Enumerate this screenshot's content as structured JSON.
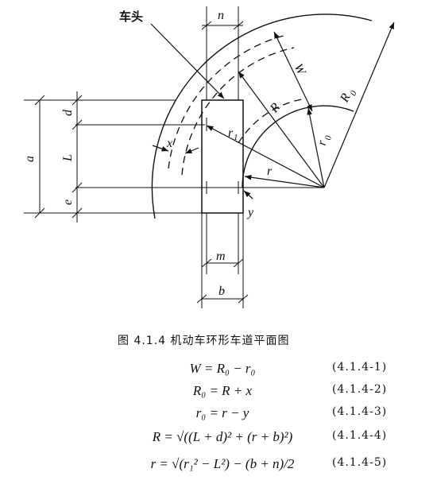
{
  "figure": {
    "labels": {
      "car_head": "车头",
      "n": "n",
      "W": "W",
      "R0": "R",
      "R0_sub": "0",
      "R": "R",
      "r0": "r",
      "r0_sub": "0",
      "r1": "r",
      "r1_sub": "1",
      "r": "r",
      "x": "x",
      "y": "y",
      "a": "a",
      "d": "d",
      "L": "L",
      "e": "e",
      "m": "m",
      "b": "b"
    }
  },
  "caption": "图 4.1.4   机动车环形车道平面图",
  "equations": [
    {
      "text": "W = R₀ − r₀",
      "number": "(4.1.4-1)"
    },
    {
      "text": "R₀ = R + x",
      "number": "(4.1.4-2)"
    },
    {
      "text": "r₀ = r − y",
      "number": "(4.1.4-3)"
    },
    {
      "text": "R = √((L + d)² + (r + b)²)",
      "number": "(4.1.4-4)"
    },
    {
      "text": "r = √(r₁² − L²) − (b + n)/2",
      "number": "(4.1.4-5)"
    }
  ]
}
